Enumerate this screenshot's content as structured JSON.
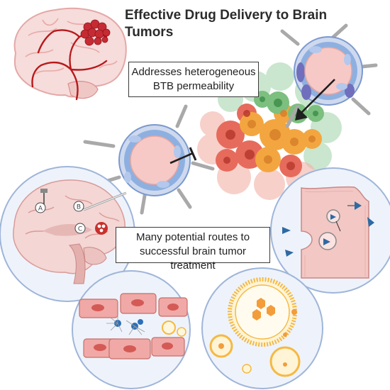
{
  "title": "Effective Drug Delivery to Brain Tumors",
  "callouts": {
    "btb": "Addresses heterogeneous BTB permeability",
    "routes": "Many  potential routes to successful brain tumor treatment"
  },
  "route_markers": [
    "A",
    "B",
    "C"
  ],
  "colors": {
    "vessel_blue": "#8db0e0",
    "lumen_pink": "#f6c9c6",
    "tumor_red": "#d95a4e",
    "tumor_orange": "#f0a848",
    "tumor_green": "#8cc690",
    "circle_fill": "#eef3fb",
    "circle_stroke": "#9fb5d9",
    "nanoparticle_gold": "#f5b942",
    "brain_pink": "#f4d6d4",
    "vein_red": "#b8191c"
  },
  "icons": [
    "brain-with-tumor",
    "blood-vessel",
    "tumor-mass",
    "sagittal-brain",
    "cell-membrane-endocytosis",
    "endothelial-cell-layer",
    "liposome-nanoparticles"
  ]
}
